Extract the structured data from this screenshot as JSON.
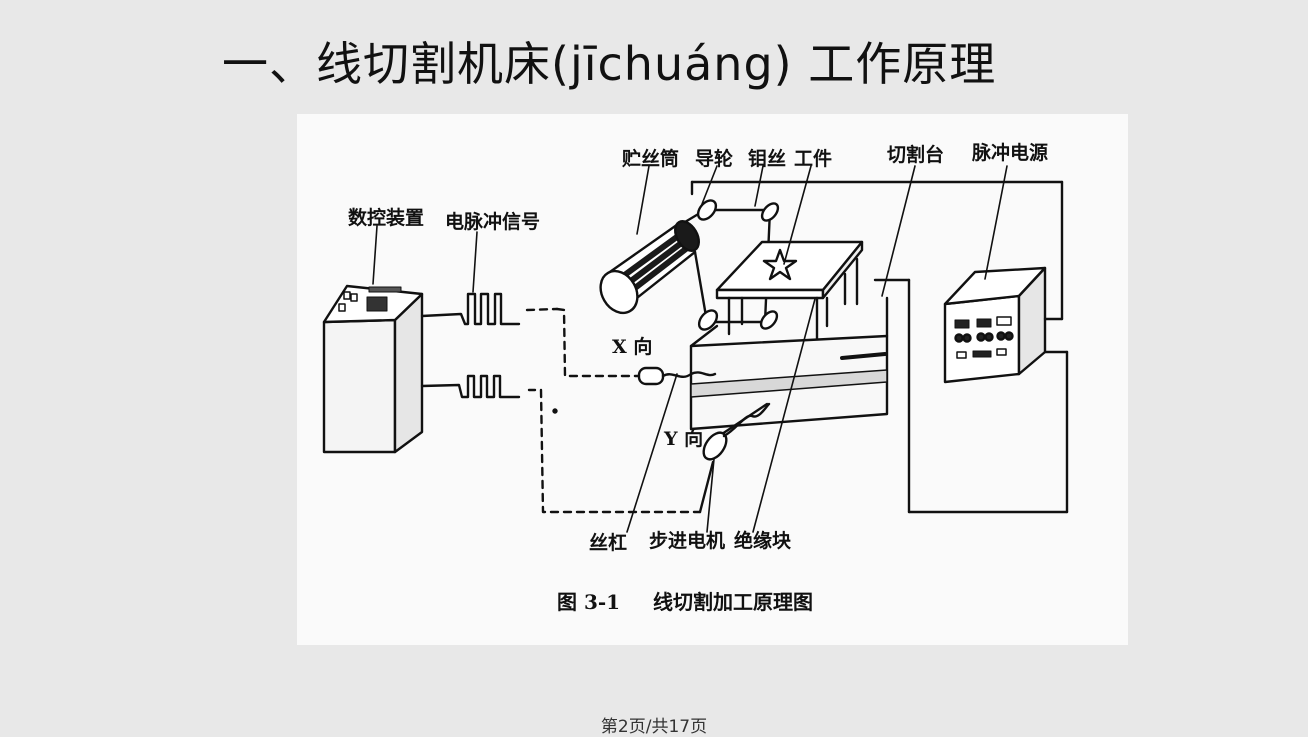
{
  "slide": {
    "title": "一、线切割机床(jīchuáng) 工作原理",
    "page_indicator": "第2页/共17页"
  },
  "figure": {
    "labels": {
      "wire_drum": "贮丝筒",
      "guide_wheel": "导轮",
      "molybdenum_wire": "钼丝",
      "workpiece": "工件",
      "cutting_table": "切割台",
      "pulse_power": "脉冲电源",
      "cnc_device": "数控装置",
      "pulse_signal": "电脉冲信号",
      "x_direction": "X 向",
      "y_direction": "Y 向",
      "lead_screw": "丝杠",
      "stepper_motor": "步进电机",
      "insulation_block": "绝缘块"
    },
    "caption_number": "图 3-1",
    "caption_text": "线切割加工原理图"
  }
}
